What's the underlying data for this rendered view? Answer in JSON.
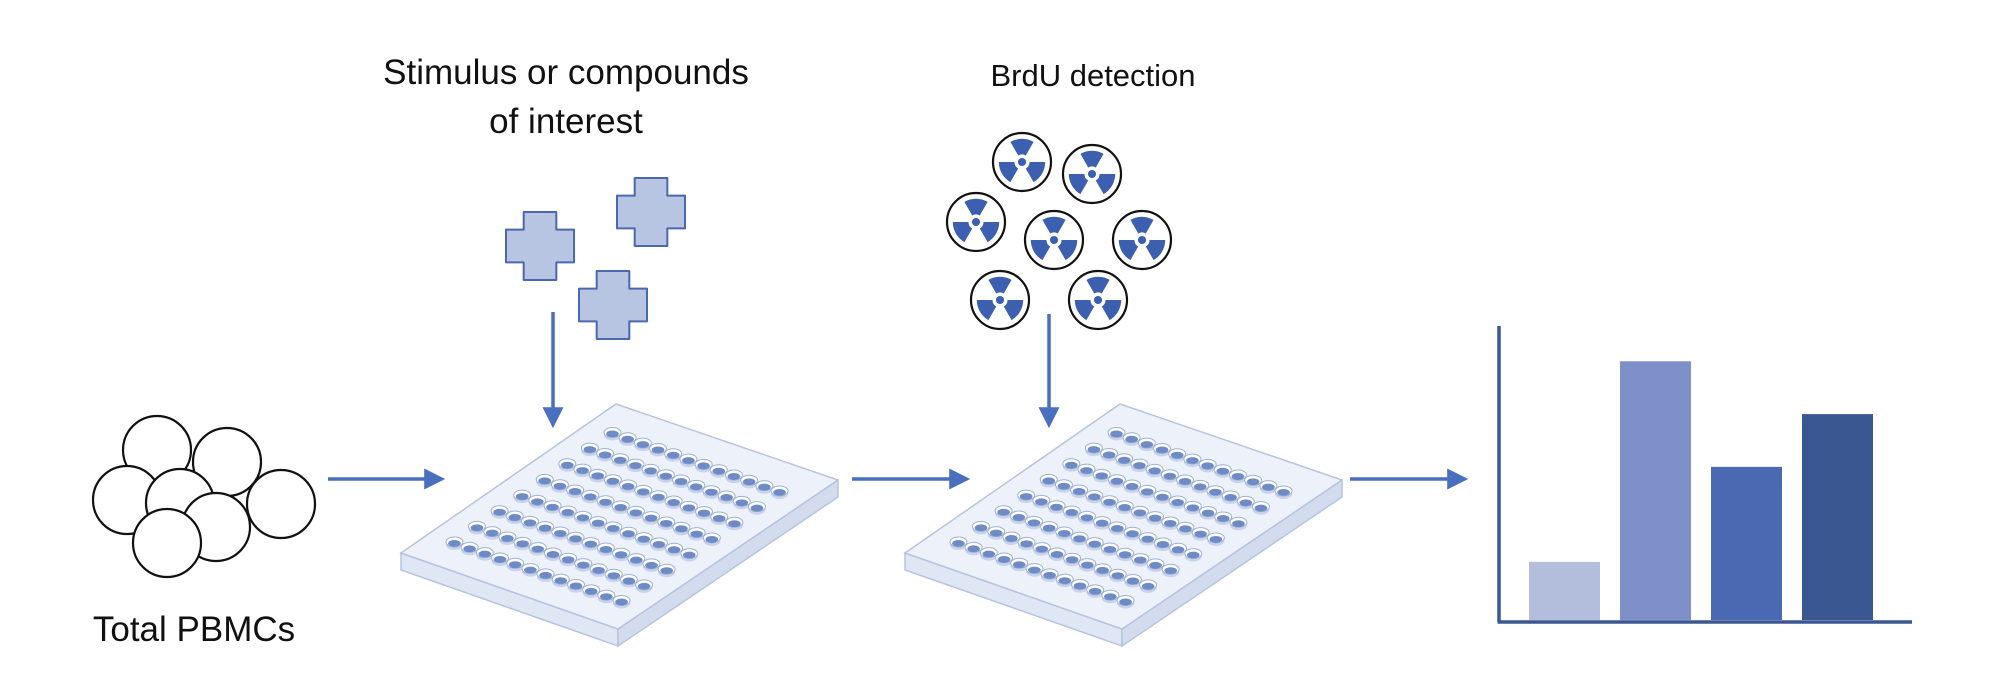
{
  "labels": {
    "stimulus_line1": "Stimulus or compounds",
    "stimulus_line2": "of interest",
    "brdu": "BrdU  detection",
    "pbmcs": "Total PBMCs"
  },
  "plate": {
    "rows": 8,
    "cols": 12
  },
  "result_chart": {
    "bars": [
      0.22,
      0.98,
      0.58,
      0.78
    ],
    "colors": [
      "#b3bedc",
      "#7f90c8",
      "#4a69b2",
      "#3a5792"
    ]
  },
  "colors": {
    "arrow": "#4a6fbf",
    "compound_fill": "#b7c4e2",
    "compound_stroke": "#4b67ad",
    "radiation": "#3d5fb0",
    "plate_fill": "#edf1f9",
    "plate_stroke": "#b8c3e0",
    "well_liquid": "#6f8bc6",
    "axis": "#3a5792"
  },
  "icons": {
    "compound": "cross-shape-icon",
    "detection": "radiation-trefoil-icon",
    "cell": "cell-circle-icon",
    "plate": "96-well-plate-icon",
    "chart": "bar-chart-icon"
  }
}
